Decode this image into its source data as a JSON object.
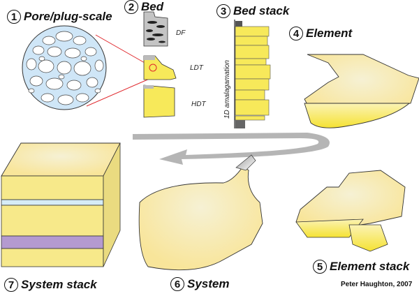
{
  "labels": {
    "s1": {
      "num": "1",
      "title": "Pore/plug-scale"
    },
    "s2": {
      "num": "2",
      "title": "Bed"
    },
    "s3": {
      "num": "3",
      "title": "Bed stack"
    },
    "s4": {
      "num": "4",
      "title": "Element"
    },
    "s5": {
      "num": "5",
      "title": "Element stack"
    },
    "s6": {
      "num": "6",
      "title": "System"
    },
    "s7": {
      "num": "7",
      "title": "System stack"
    }
  },
  "bed_types": [
    "DF",
    "LDT",
    "HDT"
  ],
  "bed_stack_annotation": "1D amalagamation",
  "credit": "Peter Haughton, 2007",
  "colors": {
    "sand": "#f7e95a",
    "pale_sand": "#f8eeb0",
    "pore": "#cfe6f7",
    "mud": "#a6a6a6",
    "purple": "#b49ad0",
    "blue_layer": "#d6ecf7",
    "arrow": "#b5b5b5",
    "zoom_line": "#e0262b"
  }
}
